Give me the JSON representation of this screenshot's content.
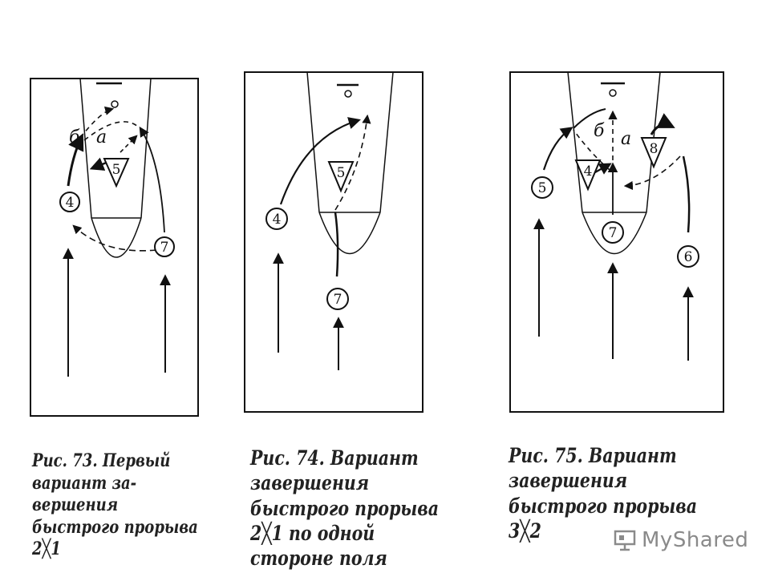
{
  "captions": {
    "fig73": "Рис. 73. Первый вариант за-вершения быстрого прорыва 2╳1",
    "fig74": "Рис. 74. Вариант завершения быстрого прорыва 2╳1 по одной стороне поля",
    "fig75": "Рис. 75. Вариант завершения быстрого прорыва 3╳2"
  },
  "diagram1": {
    "players": [
      "4",
      "7"
    ],
    "defender": "5",
    "path_labels": [
      "б",
      "а"
    ]
  },
  "diagram2": {
    "players": [
      "4",
      "7"
    ],
    "defender": "5"
  },
  "diagram3": {
    "players": [
      "5",
      "7",
      "6"
    ],
    "defenders": [
      "4",
      "8"
    ],
    "path_labels": [
      "б",
      "а"
    ]
  },
  "watermark": "MyShared"
}
